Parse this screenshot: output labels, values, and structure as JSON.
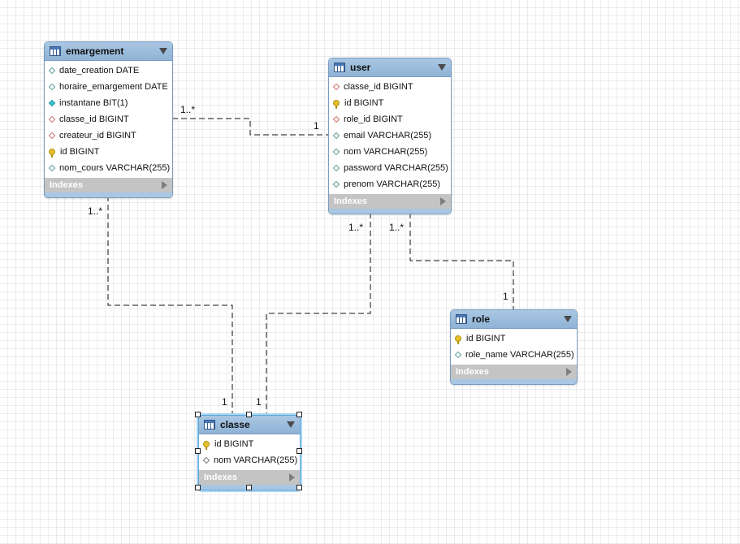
{
  "tables": {
    "emargement": {
      "name": "emargement",
      "columns": [
        {
          "text": "date_creation DATE",
          "marker": "reg"
        },
        {
          "text": "horaire_emargement DATE",
          "marker": "reg"
        },
        {
          "text": "instantane BIT(1)",
          "marker": "nn"
        },
        {
          "text": "classe_id BIGINT",
          "marker": "fk"
        },
        {
          "text": "createur_id BIGINT",
          "marker": "fk"
        },
        {
          "text": "id BIGINT",
          "marker": "pk"
        },
        {
          "text": "nom_cours VARCHAR(255)",
          "marker": "reg"
        }
      ],
      "indexes_label": "Indexes"
    },
    "user": {
      "name": "user",
      "columns": [
        {
          "text": "classe_id BIGINT",
          "marker": "fk"
        },
        {
          "text": "id BIGINT",
          "marker": "pk"
        },
        {
          "text": "role_id BIGINT",
          "marker": "fk"
        },
        {
          "text": "email VARCHAR(255)",
          "marker": "reg"
        },
        {
          "text": "nom VARCHAR(255)",
          "marker": "reg"
        },
        {
          "text": "password VARCHAR(255)",
          "marker": "reg"
        },
        {
          "text": "prenom VARCHAR(255)",
          "marker": "reg"
        }
      ],
      "indexes_label": "Indexes"
    },
    "role": {
      "name": "role",
      "columns": [
        {
          "text": "id BIGINT",
          "marker": "pk"
        },
        {
          "text": "role_name VARCHAR(255)",
          "marker": "reg"
        }
      ],
      "indexes_label": "Indexes"
    },
    "classe": {
      "name": "classe",
      "columns": [
        {
          "text": "id BIGINT",
          "marker": "pk"
        },
        {
          "text": "nom VARCHAR(255)",
          "marker": "plain"
        }
      ],
      "indexes_label": "Indexes"
    }
  },
  "relationships": [
    {
      "from": "emargement",
      "to": "user",
      "from_card": "1..*",
      "to_card": "1"
    },
    {
      "from": "emargement",
      "to": "classe",
      "from_card": "1..*",
      "to_card": "1"
    },
    {
      "from": "user",
      "to": "classe",
      "from_card": "1..*",
      "to_card": "1"
    },
    {
      "from": "user",
      "to": "role",
      "from_card": "1..*",
      "to_card": "1"
    }
  ],
  "colors": {
    "header": "#9bbcdc",
    "border": "#7a9cbf",
    "indexes_bar": "#c4c4c4",
    "selection": "#5ba8dc",
    "pk_key": "#e5c02a",
    "fk_marker": "#cf6f6f",
    "notnull_marker": "#3fc3cf"
  }
}
